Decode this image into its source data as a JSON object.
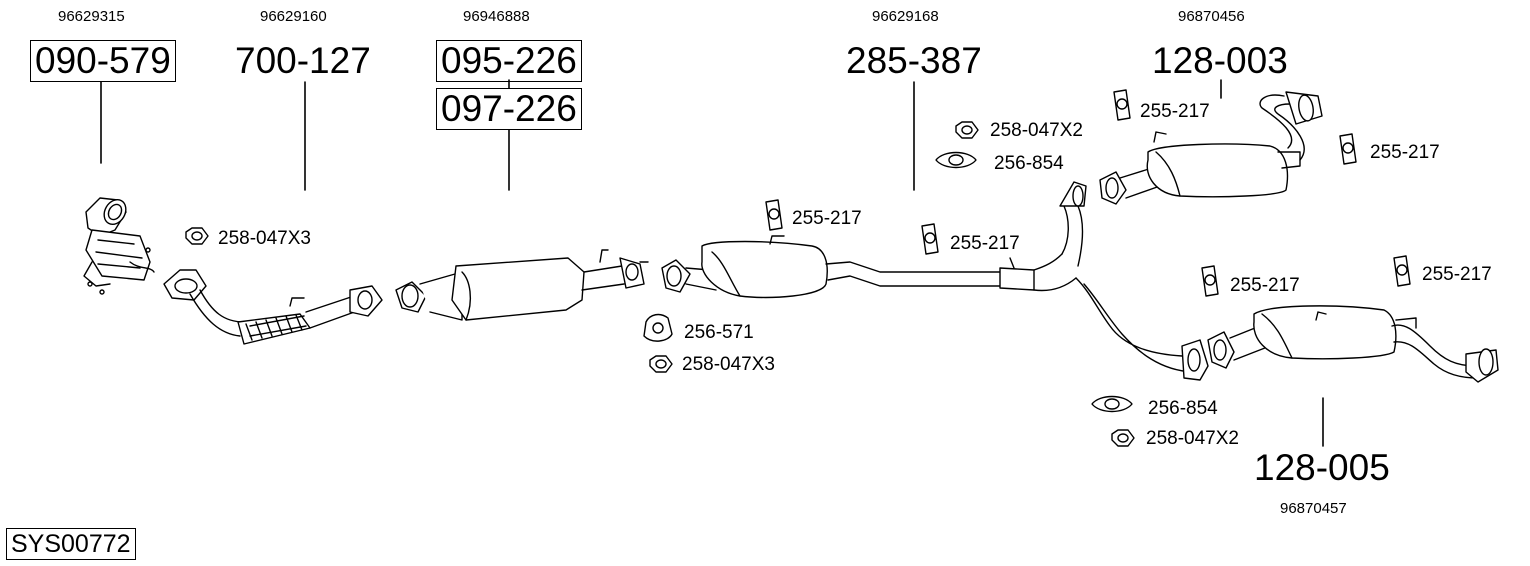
{
  "system": {
    "code": "SYS00772"
  },
  "parts": [
    {
      "oe": "96629315",
      "number": "090-579"
    },
    {
      "oe": "96629160",
      "number": "700-127"
    },
    {
      "oe": "96946888",
      "number": "095-226"
    },
    {
      "number": "097-226"
    },
    {
      "oe": "96629168",
      "number": "285-387"
    },
    {
      "oe": "96870456",
      "number": "128-003"
    },
    {
      "oe": "96870457",
      "number": "128-005"
    }
  ],
  "small_parts": [
    {
      "label": "258-047X3",
      "icon": "nut-icon"
    },
    {
      "label": "255-217",
      "icon": "rubber-hanger-icon"
    },
    {
      "label": "256-571",
      "icon": "triangle-gasket-icon"
    },
    {
      "label": "258-047X3",
      "icon": "nut-icon"
    },
    {
      "label": "255-217",
      "icon": "rubber-hanger-icon"
    },
    {
      "label": "258-047X2",
      "icon": "nut-icon"
    },
    {
      "label": "256-854",
      "icon": "oval-gasket-icon"
    },
    {
      "label": "255-217",
      "icon": "rubber-hanger-icon"
    },
    {
      "label": "255-217",
      "icon": "rubber-hanger-icon"
    },
    {
      "label": "255-217",
      "icon": "rubber-hanger-icon"
    },
    {
      "label": "255-217",
      "icon": "rubber-hanger-icon"
    },
    {
      "label": "256-854",
      "icon": "oval-gasket-icon"
    },
    {
      "label": "258-047X2",
      "icon": "nut-icon"
    }
  ]
}
